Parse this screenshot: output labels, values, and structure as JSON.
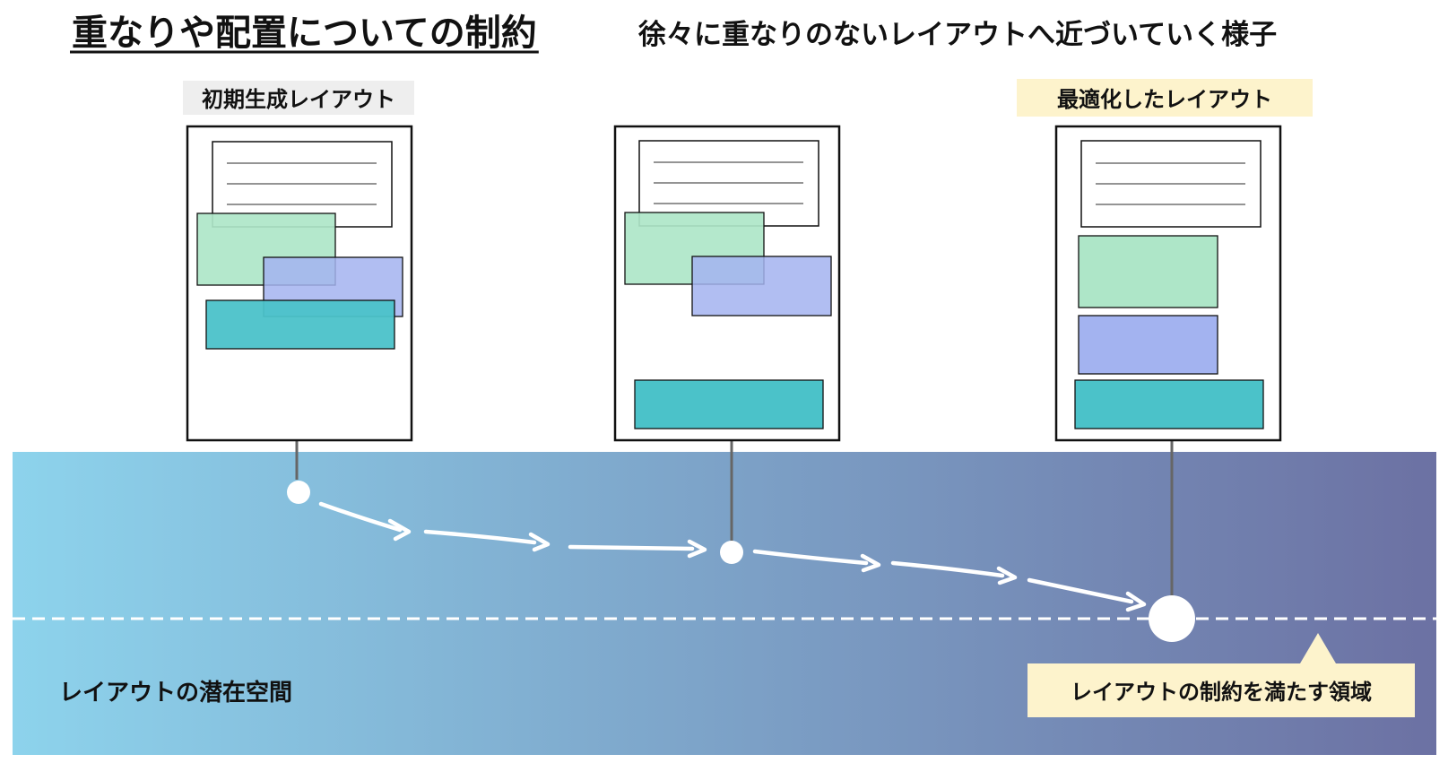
{
  "title": "重なりや配置についての制約",
  "subtitle": "徐々に重なりのないレイアウトへ近づいていく様子",
  "labels": {
    "initial": "初期生成レイアウト",
    "optimized": "最適化したレイアウト"
  },
  "latent_space_label": "レイアウトの潜在空間",
  "constraint_region_label": "レイアウトの制約を満たす領域",
  "colors": {
    "initial_label_bg": "#eeeeee",
    "optimized_label_bg": "#fdf3cc",
    "callout_bg": "#fdf3cc",
    "band_start": "#8dd3ec",
    "band_end": "#6c71a3",
    "green_box": "#aee6c8",
    "blue_box": "#a3b3f0",
    "teal_box": "#4bc2c9",
    "connector": "#666666",
    "arrow": "#ffffff"
  }
}
